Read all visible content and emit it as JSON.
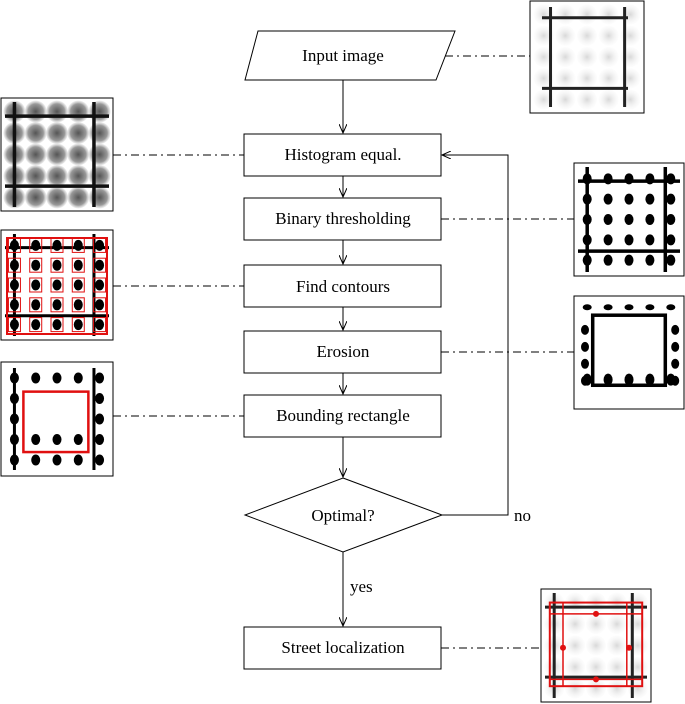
{
  "flow": {
    "input": "Input image",
    "hist": "Histogram equal.",
    "binary": "Binary thresholding",
    "contours": "Find contours",
    "erosion": "Erosion",
    "bbox": "Bounding rectangle",
    "decision": "Optimal?",
    "street": "Street localization"
  },
  "edges": {
    "no": "no",
    "yes": "yes"
  },
  "colors": {
    "stroke": "#000000",
    "accent": "#e01010"
  }
}
